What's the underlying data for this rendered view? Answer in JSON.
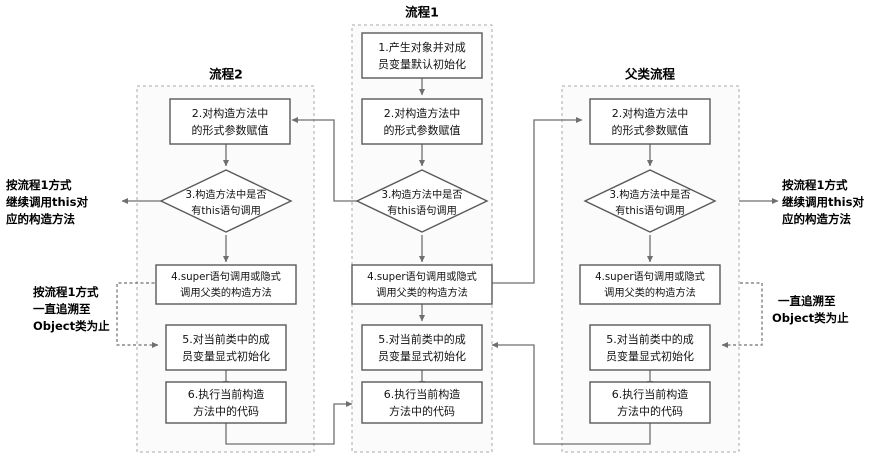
{
  "diagram": {
    "title_groups": [
      {
        "id": "flow2",
        "label": "流程2"
      },
      {
        "id": "flow1",
        "label": "流程1"
      },
      {
        "id": "parent",
        "label": "父类流程"
      }
    ],
    "columns": {
      "flow2": {
        "title": "流程2",
        "nodes": [
          {
            "id": "f2-n2",
            "shape": "rect",
            "line1": "2.对构造方法中",
            "line2": "的形式参数赋值"
          },
          {
            "id": "f2-n3",
            "shape": "diamond",
            "line1": "3.构造方法中是否",
            "line2": "有this语句调用"
          },
          {
            "id": "f2-n4",
            "shape": "rect",
            "line1": "4.super语句调用或隐式",
            "line2": "调用父类的构造方法"
          },
          {
            "id": "f2-n5",
            "shape": "rect",
            "line1": "5.对当前类中的成",
            "line2": "员变量显式初始化"
          },
          {
            "id": "f2-n6",
            "shape": "rect",
            "line1": "6.执行当前构造",
            "line2": "方法中的代码"
          }
        ]
      },
      "flow1": {
        "title": "流程1",
        "nodes": [
          {
            "id": "f1-n1",
            "shape": "rect",
            "line1": "1.产生对象并对成",
            "line2": "员变量默认初始化"
          },
          {
            "id": "f1-n2",
            "shape": "rect",
            "line1": "2.对构造方法中",
            "line2": "的形式参数赋值"
          },
          {
            "id": "f1-n3",
            "shape": "diamond",
            "line1": "3.构造方法中是否",
            "line2": "有this语句调用"
          },
          {
            "id": "f1-n4",
            "shape": "rect",
            "line1": "4.super语句调用或隐式",
            "line2": "调用父类的构造方法"
          },
          {
            "id": "f1-n5",
            "shape": "rect",
            "line1": "5.对当前类中的成",
            "line2": "员变量显式初始化"
          },
          {
            "id": "f1-n6",
            "shape": "rect",
            "line1": "6.执行当前构造",
            "line2": "方法中的代码"
          }
        ]
      },
      "parent": {
        "title": "父类流程",
        "nodes": [
          {
            "id": "fp-n2",
            "shape": "rect",
            "line1": "2.对构造方法中",
            "line2": "的形式参数赋值"
          },
          {
            "id": "fp-n3",
            "shape": "diamond",
            "line1": "3.构造方法中是否",
            "line2": "有this语句调用"
          },
          {
            "id": "fp-n4",
            "shape": "rect",
            "line1": "4.super语句调用或隐式",
            "line2": "调用父类的构造方法"
          },
          {
            "id": "fp-n5",
            "shape": "rect",
            "line1": "5.对当前类中的成",
            "line2": "员变量显式初始化"
          },
          {
            "id": "fp-n6",
            "shape": "rect",
            "line1": "6.执行当前构造",
            "line2": "方法中的代码"
          }
        ]
      }
    },
    "annotations": {
      "left_top": {
        "id": "ann-left-top",
        "line1": "按流程1方式",
        "line2": "继续调用this对",
        "line3": "应的构造方法"
      },
      "left_bottom": {
        "id": "ann-left-bottom",
        "line1": "按流程1方式",
        "line2": "一直追溯至",
        "line3": "Object类为止"
      },
      "right_top": {
        "id": "ann-right-top",
        "line1": "按流程1方式",
        "line2": "继续调用this对",
        "line3": "应的构造方法"
      },
      "right_bottom": {
        "id": "ann-right-bottom",
        "line1": "一直追溯至",
        "line2": "Object类为止"
      }
    },
    "colors": {
      "node_border": "#595959",
      "node_fill": "#ffffff",
      "connector": "#6f6f6f",
      "group_border": "#aaaaaa",
      "group_fill": "#fbfbfb",
      "text": "#111111"
    }
  }
}
